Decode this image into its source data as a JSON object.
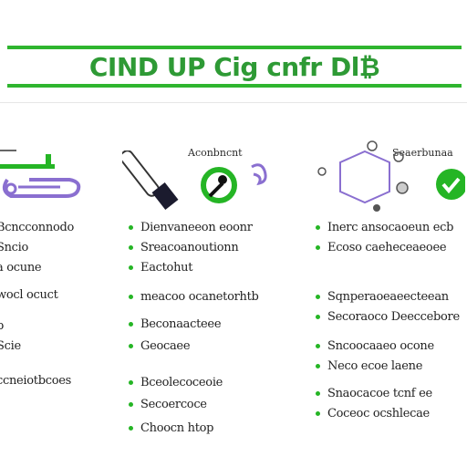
{
  "title": "CIND UP Cig cnfr Dl₿",
  "colors": {
    "accent": "#2fb52f",
    "title": "#2e9a35",
    "purple": "#8a6fd0"
  },
  "columns": [
    {
      "header": "",
      "illustration": "chain-link-icon",
      "items": [
        {
          "text": "Bcncconnodo",
          "marker": "dot"
        },
        {
          "text": "Sncio",
          "marker": "dash"
        },
        {
          "text": "a ocune",
          "marker": "dash"
        },
        {
          "text": "wocl ocuct",
          "marker": "none"
        },
        {
          "text": "b",
          "marker": "none"
        },
        {
          "text": "Scie",
          "marker": "none"
        },
        {
          "text": "ccneiotbcoes",
          "marker": "none"
        }
      ]
    },
    {
      "header": "Aconbncnt",
      "illustration": "usb-stick-icon",
      "items": [
        {
          "text": "Dienvaneeon eoonr",
          "marker": "dot"
        },
        {
          "text": "Sreacoanoutionn",
          "marker": "dot"
        },
        {
          "text": "Eactohut",
          "marker": "dot"
        },
        {
          "text": "meacoo ocanetorhtb",
          "marker": "dot"
        },
        {
          "text": "Beconaacteee",
          "marker": "dot"
        },
        {
          "text": "Geocaee",
          "marker": "dot"
        },
        {
          "text": "Bceolecoceoie",
          "marker": "dot"
        },
        {
          "text": "Secoercoce",
          "marker": "dot"
        },
        {
          "text": "Choocn htop",
          "marker": "dot"
        }
      ]
    },
    {
      "header": "Seaerbunaa",
      "illustration": "molecule-icon",
      "items": [
        {
          "text": "Inerc ansocaoeun ecb",
          "marker": "dot"
        },
        {
          "text": "Ecoso caeheceaeoee",
          "marker": "dot"
        },
        {
          "text": "Sqnperaoeaeecteean",
          "marker": "dot"
        },
        {
          "text": "Secoraoco Deeccebore",
          "marker": "dot"
        },
        {
          "text": "Sncoocaaeo ocone",
          "marker": "dot"
        },
        {
          "text": "Neco ecoe laene",
          "marker": "dot"
        },
        {
          "text": "Snaocacoe tcnf ee",
          "marker": "dot"
        },
        {
          "text": "Coceoc ocshlecae",
          "marker": "dot"
        }
      ]
    }
  ]
}
